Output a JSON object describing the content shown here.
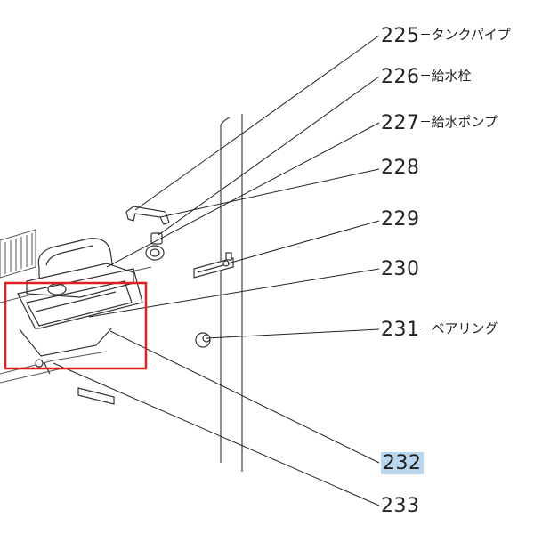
{
  "callouts": [
    {
      "number": "225",
      "name": "タンクパイプ"
    },
    {
      "number": "226",
      "name": "給水栓"
    },
    {
      "number": "227",
      "name": "給水ポンプ"
    },
    {
      "number": "228",
      "name": ""
    },
    {
      "number": "229",
      "name": ""
    },
    {
      "number": "230",
      "name": ""
    },
    {
      "number": "231",
      "name": "ベアリング"
    },
    {
      "number": "232",
      "name": ""
    },
    {
      "number": "233",
      "name": ""
    }
  ],
  "colors": {
    "line": "#222222",
    "highlight_box": "#e02020",
    "selected_label_bg": "#b9d6ee"
  },
  "selected_part": "232"
}
